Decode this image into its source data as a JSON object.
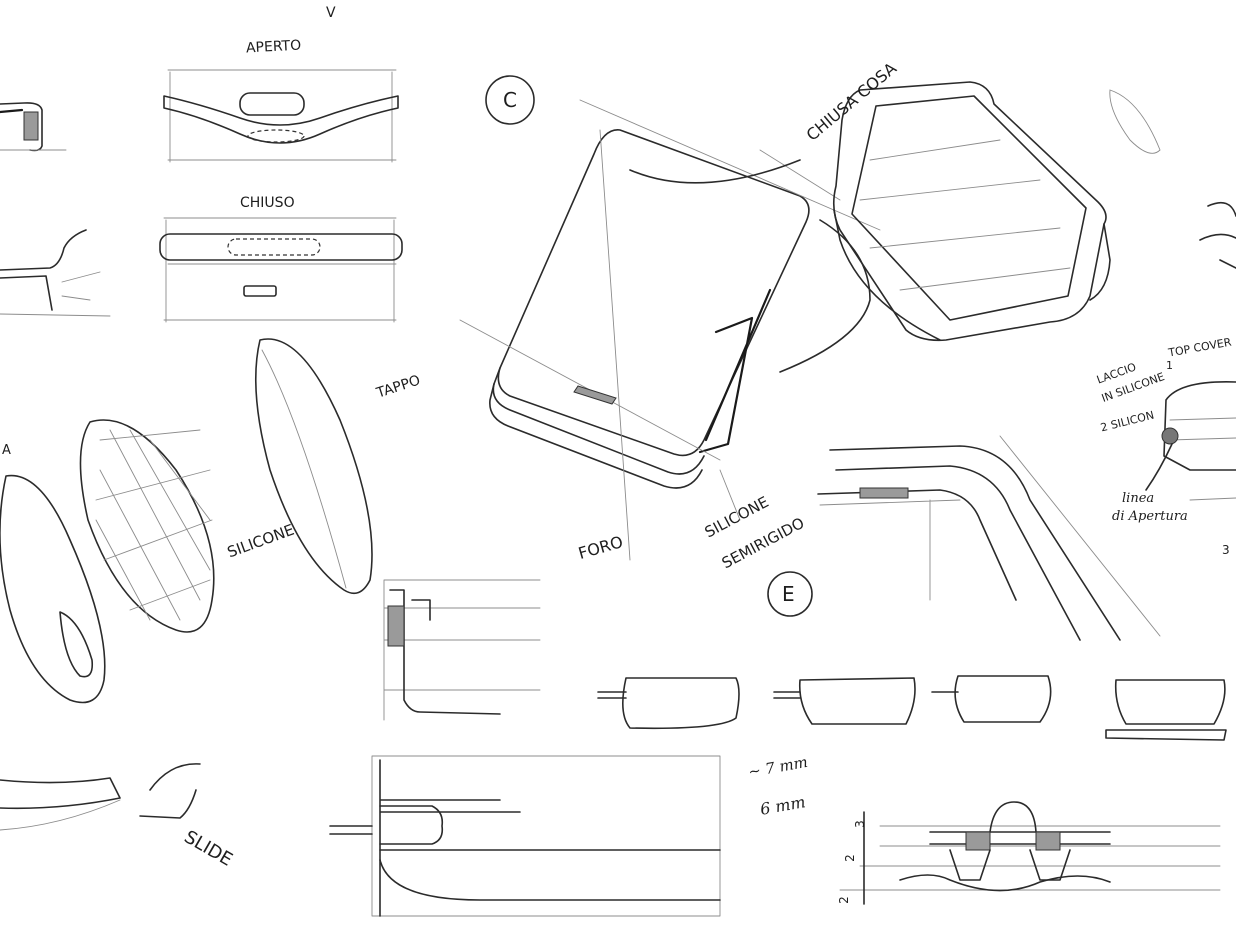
{
  "labels": {
    "aperto": "APERTO",
    "chiuso": "CHIUSO",
    "tappo": "TAPPO",
    "silicone": "SILICONE",
    "slide": "SLIDE",
    "chiusa_cosa": "CHIUSA COSA",
    "foro": "FORO",
    "silicone_semirigido_1": "SILICONE",
    "silicone_semirigido_2": "SEMIRIGIDO",
    "laccio_1": "LACCIO",
    "laccio_2": "IN SILICONE",
    "top_cover": "TOP COVER",
    "silicon_2": "2 SILICON",
    "linea_1": "linea",
    "linea_2": "di Apertura",
    "measure_7mm": "~ 7 mm",
    "measure_6mm": "6 mm",
    "circle_c": "C",
    "circle_e": "E",
    "dim_3": "3",
    "dim_2": "2",
    "dim_2b": "2",
    "stray_v": "V",
    "stray_a": "A",
    "stray_1": "1",
    "stray_3": "3"
  },
  "colors": {
    "ink": "#2b2b2b",
    "paper": "#ffffff",
    "hatch": "#9a9a9a"
  }
}
